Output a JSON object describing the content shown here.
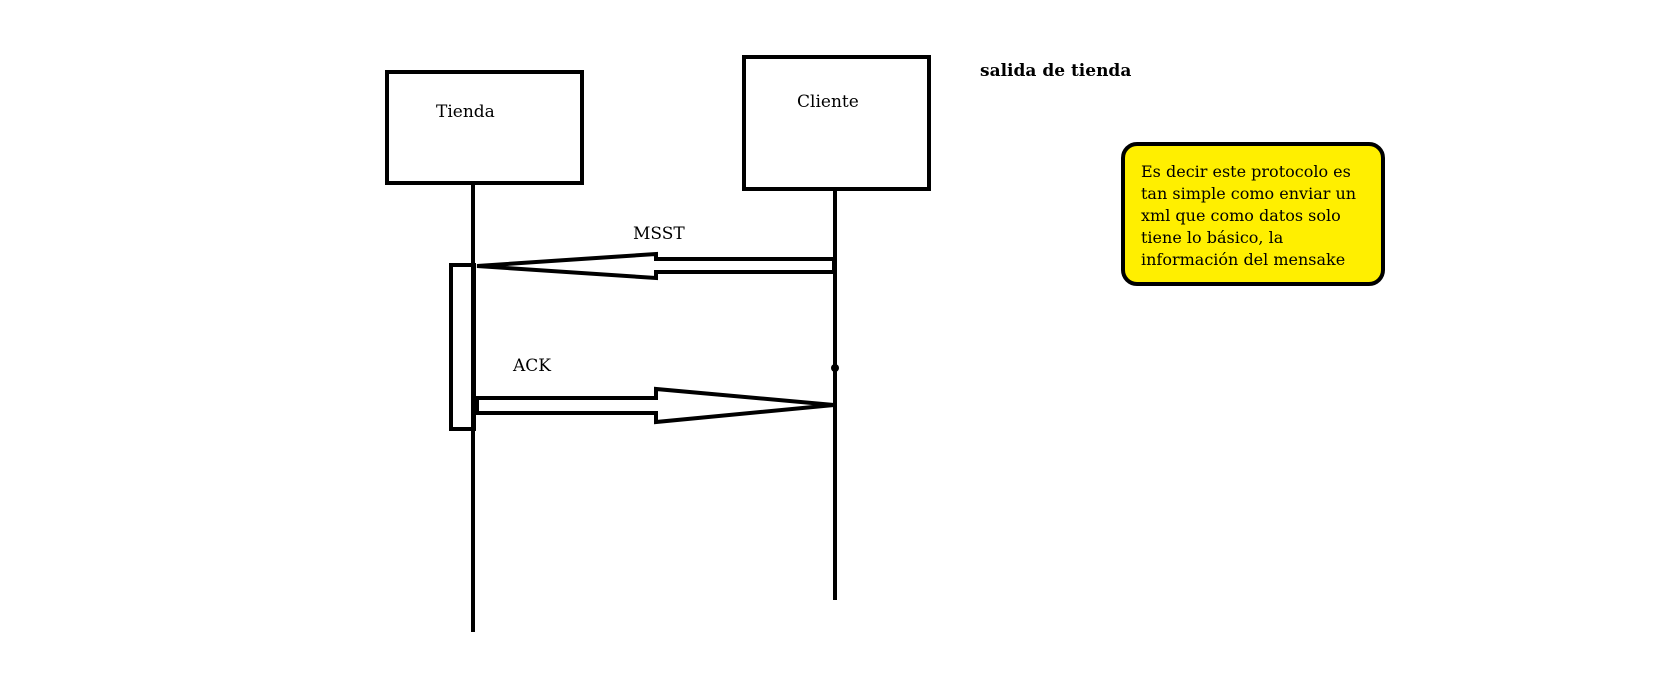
{
  "diagram": {
    "title": "salida de tienda",
    "participants": [
      {
        "id": "tienda",
        "label": "Tienda"
      },
      {
        "id": "cliente",
        "label": "Cliente"
      }
    ],
    "messages": [
      {
        "label": "MSST",
        "from": "cliente",
        "to": "tienda"
      },
      {
        "label": "ACK",
        "from": "tienda",
        "to": "cliente"
      }
    ],
    "note": {
      "lines": [
        "Es decir este protocolo es",
        "tan simple como enviar un",
        "xml que como datos solo",
        "tiene lo básico, la",
        "información del mensake"
      ],
      "background": "#ffef00"
    },
    "colors": {
      "stroke": "#000000",
      "background": "#ffffff"
    }
  }
}
